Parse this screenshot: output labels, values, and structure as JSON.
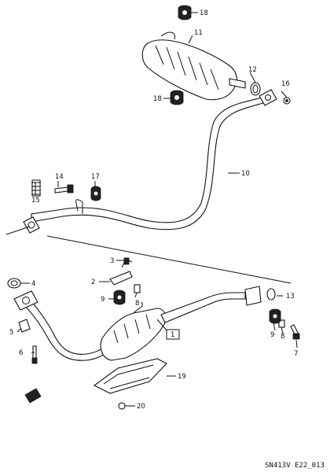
{
  "diagram": {
    "figure_code": "SN413V E22_013",
    "callouts": {
      "c1": "1",
      "c2": "2",
      "c3": "3",
      "c4": "4",
      "c5": "5",
      "c6": "6",
      "c7": "7",
      "c8a": "8",
      "c8b": "8",
      "c9a": "9",
      "c9b": "9",
      "c10": "10",
      "c11": "11",
      "c12": "12",
      "c13": "13",
      "c14": "14",
      "c15": "15",
      "c16": "16",
      "c17": "17",
      "c18a": "18",
      "c18b": "18",
      "c19": "19",
      "c20": "20"
    }
  }
}
